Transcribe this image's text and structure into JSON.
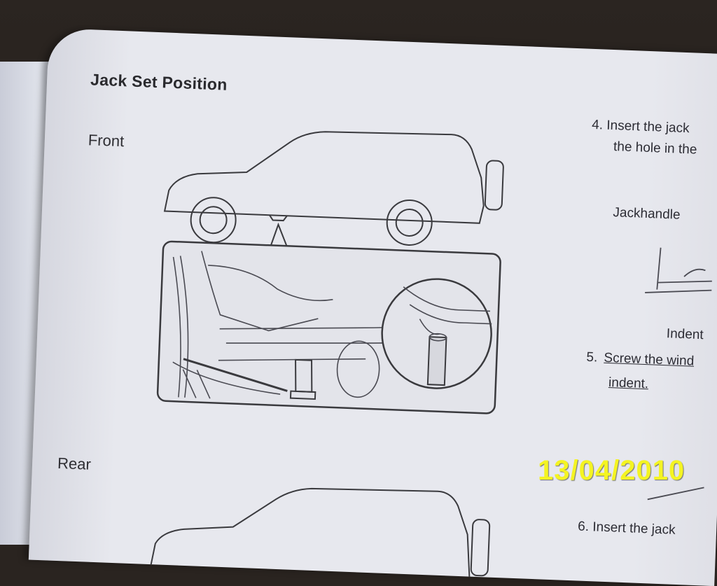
{
  "document": {
    "title": "Jack Set Position",
    "labels": {
      "front": "Front",
      "rear": "Rear"
    },
    "steps": {
      "step4_line1": "4. Insert  the jack",
      "step4_line2": "the hole in the",
      "jackhandle_label": "Jackhandle",
      "indent_label": "Indent",
      "step5_line1_prefix": "5.",
      "step5_line1": "Screw the wind",
      "step5_line2": "indent.",
      "step6_line1": "6. Insert the jack"
    }
  },
  "photo": {
    "date_stamp": "13/04/2010"
  }
}
